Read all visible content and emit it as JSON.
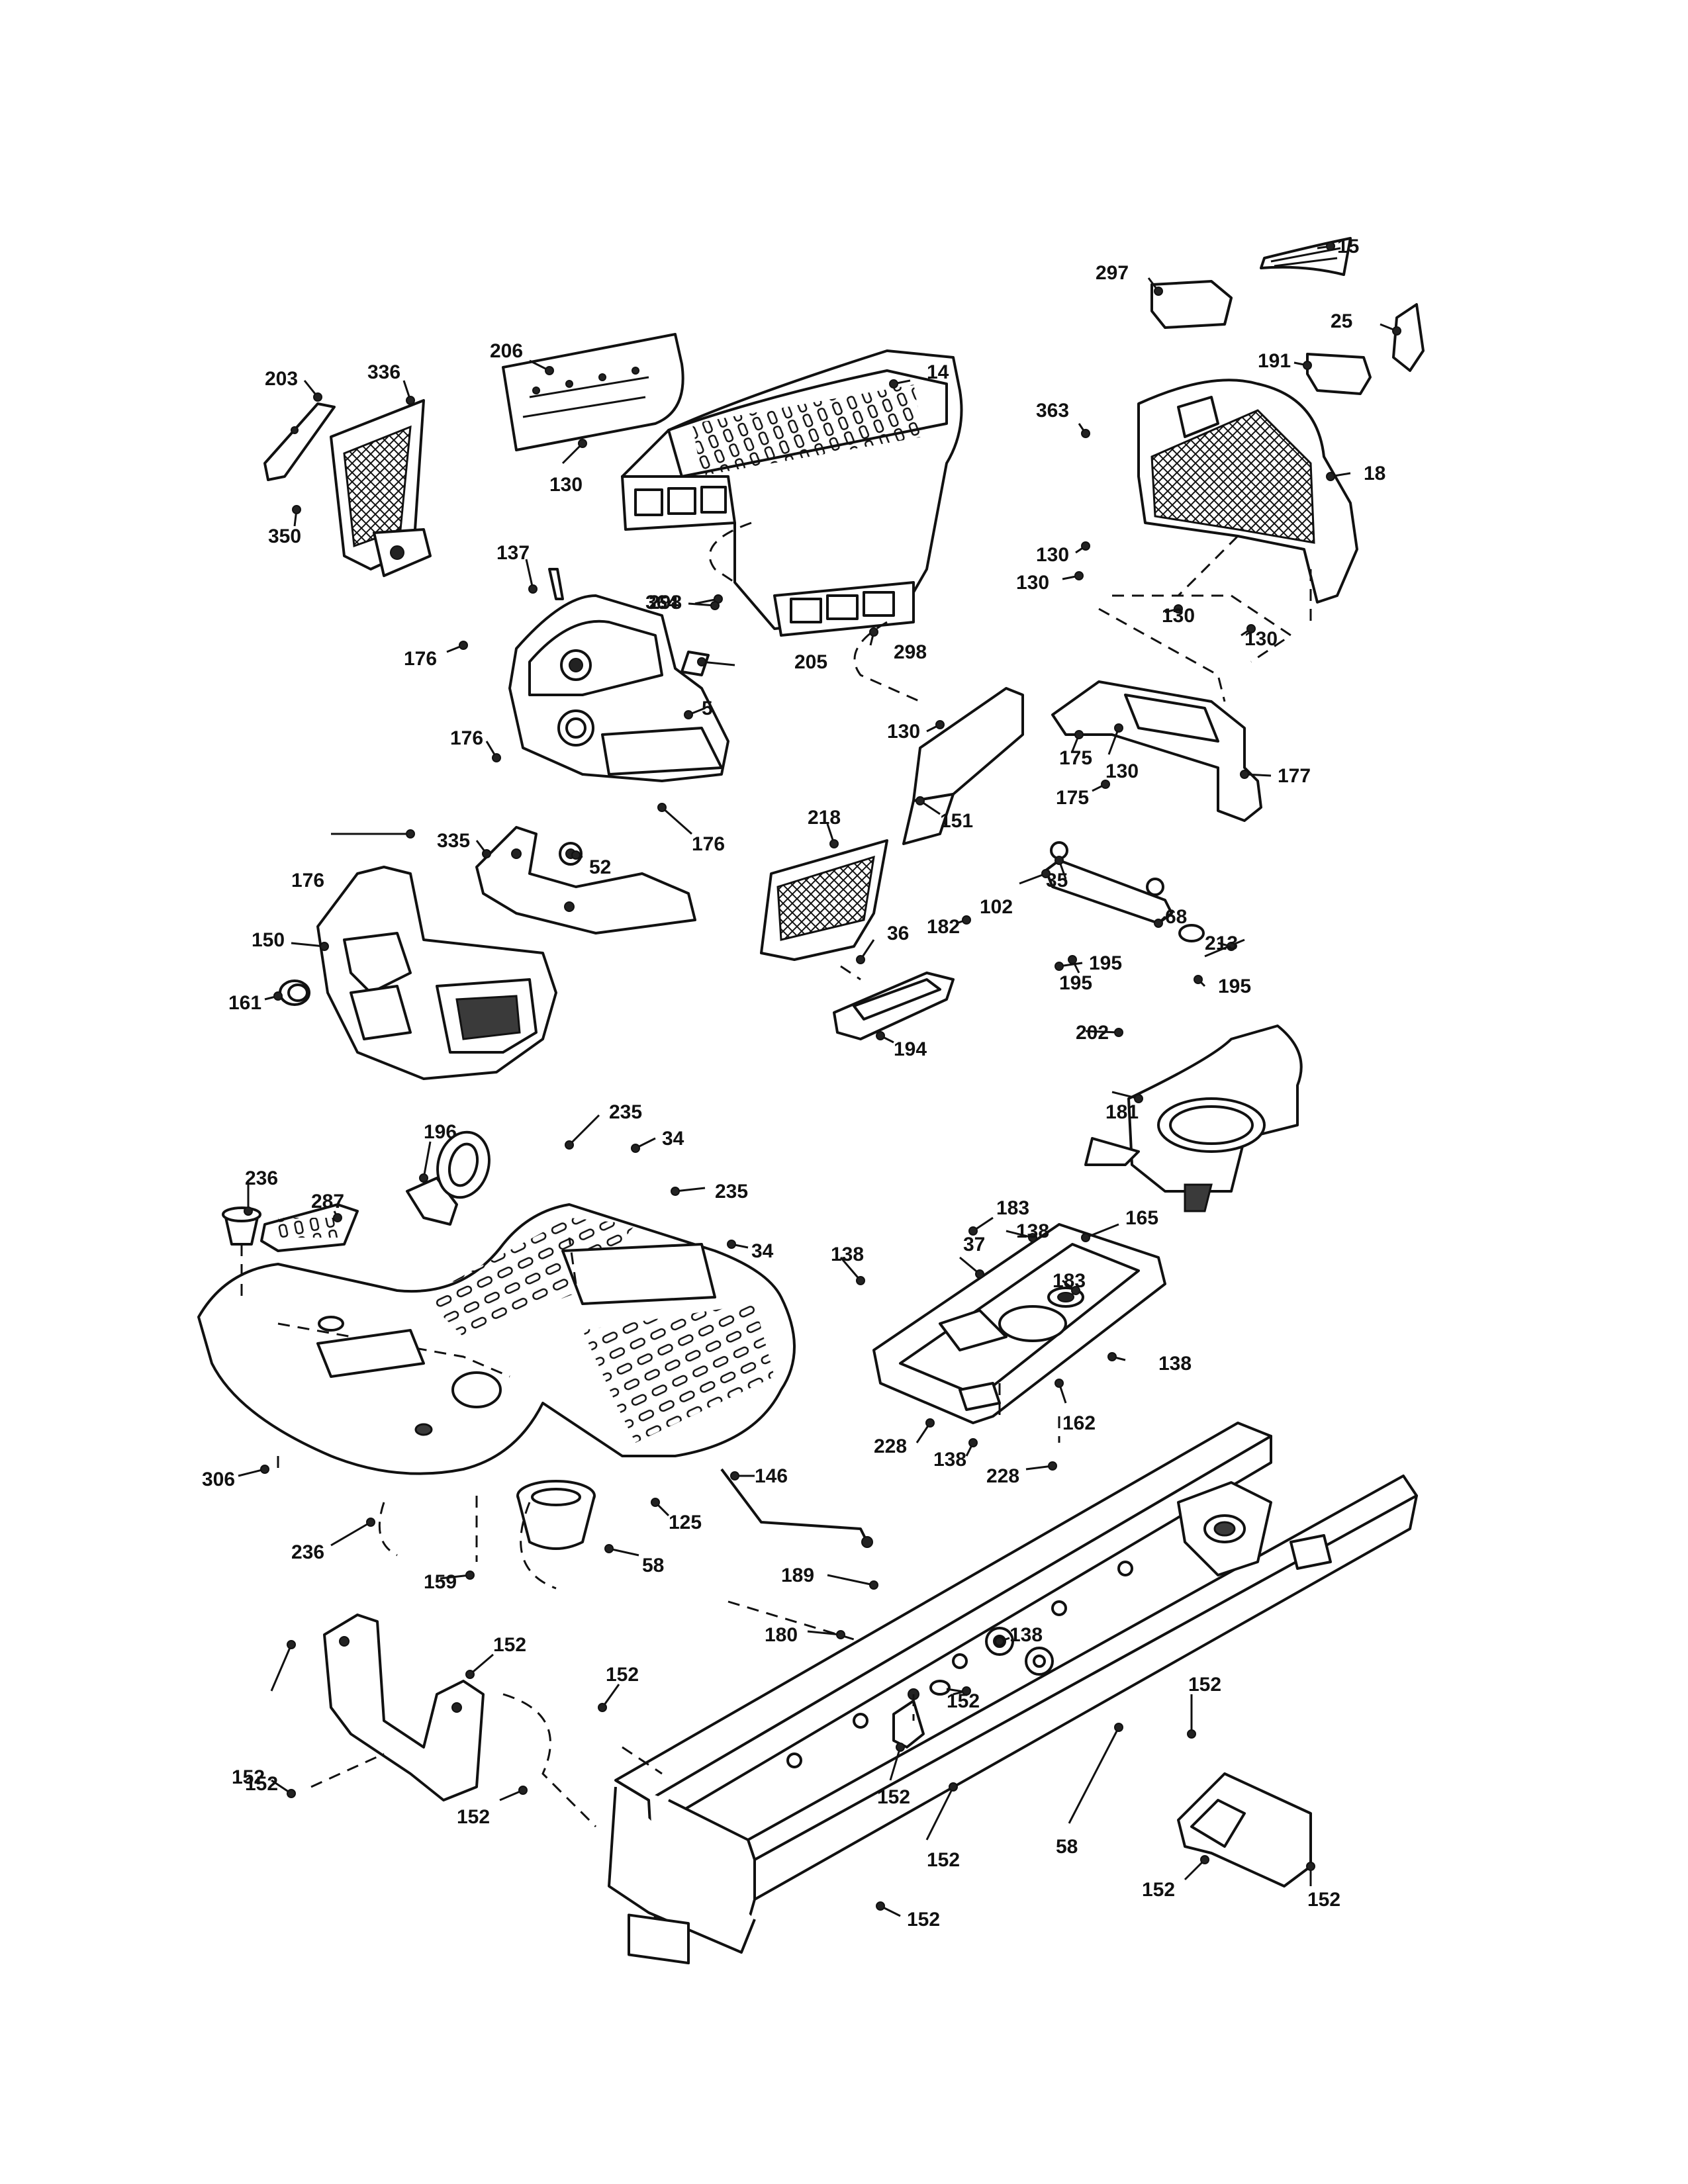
{
  "diagram": {
    "callouts": [
      "15",
      "297",
      "25",
      "191",
      "14",
      "206",
      "203",
      "336",
      "363",
      "130",
      "18",
      "350",
      "137",
      "298",
      "176",
      "5",
      "205",
      "364",
      "151",
      "175",
      "177",
      "335",
      "52",
      "218",
      "35",
      "102",
      "68",
      "213",
      "182",
      "195",
      "202",
      "150",
      "161",
      "36",
      "194",
      "181",
      "196",
      "235",
      "34",
      "236",
      "287",
      "183",
      "165",
      "37",
      "138",
      "162",
      "228",
      "306",
      "146",
      "125",
      "58",
      "159",
      "189",
      "180",
      "152"
    ]
  }
}
